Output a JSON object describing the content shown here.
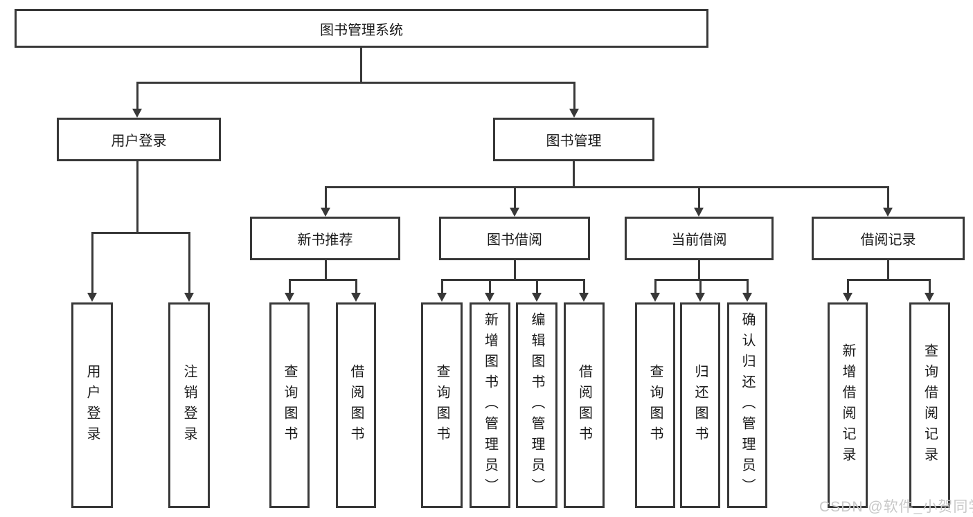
{
  "diagram": {
    "root": {
      "label": "图书管理系统"
    },
    "branches": [
      {
        "label": "用户登录",
        "children": [
          {
            "label": "用户登录"
          },
          {
            "label": "注销登录"
          }
        ]
      },
      {
        "label": "图书管理",
        "sections": [
          {
            "label": "新书推荐",
            "children": [
              {
                "label": "查询图书"
              },
              {
                "label": "借阅图书"
              }
            ]
          },
          {
            "label": "图书借阅",
            "children": [
              {
                "label": "查询图书"
              },
              {
                "label": "新增图书（管理员）"
              },
              {
                "label": "编辑图书（管理员）"
              },
              {
                "label": "借阅图书"
              }
            ]
          },
          {
            "label": "当前借阅",
            "children": [
              {
                "label": "查询图书"
              },
              {
                "label": "归还图书"
              },
              {
                "label": "确认归还（管理员）"
              }
            ]
          },
          {
            "label": "借阅记录",
            "children": [
              {
                "label": "新增借阅记录"
              },
              {
                "label": "查询借阅记录"
              }
            ]
          }
        ]
      }
    ]
  },
  "watermark": {
    "text": "CSDN @软件_小贺同学"
  },
  "colors": {
    "line": "#383838",
    "text": "#1a1a1a",
    "background": "#ffffff",
    "watermark": "#c8c8c8"
  }
}
